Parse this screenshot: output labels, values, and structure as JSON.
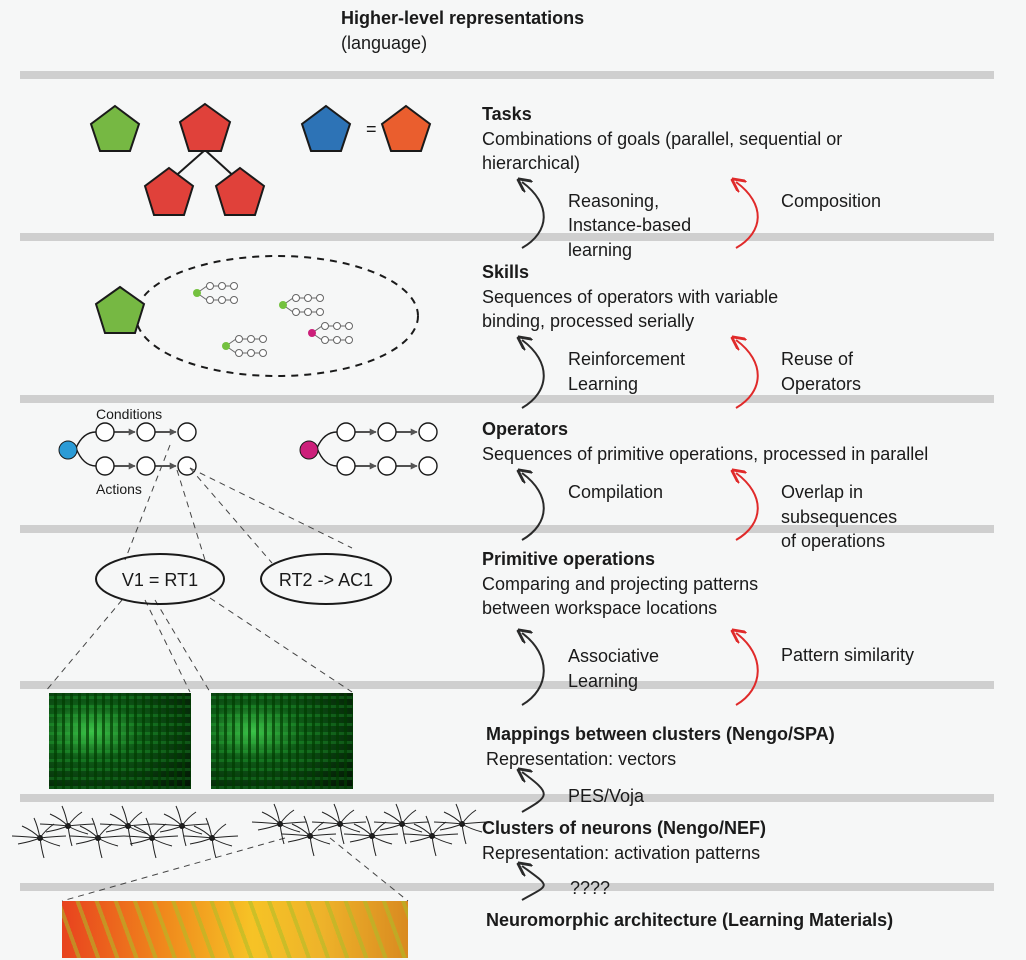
{
  "top": {
    "title": "Higher-level representations",
    "subtitle": "(language)"
  },
  "levels": {
    "tasks": {
      "title": "Tasks",
      "desc1": "Combinations of goals (parallel, sequential or",
      "desc2": "hierarchical)"
    },
    "skills": {
      "title": "Skills",
      "desc1": "Sequences of operators with variable",
      "desc2": "binding, processed serially"
    },
    "operators": {
      "title": "Operators",
      "desc1": "Sequences of primitive operations, processed in parallel"
    },
    "primitive": {
      "title": "Primitive operations",
      "desc1": "Comparing and projecting patterns",
      "desc2": "between workspace locations"
    },
    "mappings": {
      "title": "Mappings between clusters (Nengo/SPA)",
      "desc1": "Representation: vectors"
    },
    "clusters": {
      "title": "Clusters of neurons (Nengo/NEF)",
      "desc1": "Representation: activation patterns"
    },
    "neuromorphic": {
      "title": "Neuromorphic architecture (Learning Materials)"
    }
  },
  "transitions": {
    "t1_left": [
      "Reasoning,",
      "Instance-based",
      "learning"
    ],
    "t1_right": [
      "Composition"
    ],
    "t2_left": [
      "Reinforcement",
      "Learning"
    ],
    "t2_right": [
      "Reuse of",
      "Operators"
    ],
    "t3_left": [
      "Compilation"
    ],
    "t3_right": [
      "Overlap in",
      "subsequences",
      "of operations"
    ],
    "t4_left": [
      "Associative",
      "Learning"
    ],
    "t4_right": [
      "Pattern similarity"
    ],
    "t5_left": "PES/Voja",
    "t6_left": "????"
  },
  "diagram": {
    "equals": "=",
    "conditions": "Conditions",
    "actions": "Actions",
    "ellipse1": "V1 = RT1",
    "ellipse2": "RT2 -> AC1"
  },
  "colors": {
    "pentagon_green": "#76b843",
    "pentagon_red": "#e0413a",
    "pentagon_blue": "#2d73b6",
    "pentagon_orange": "#ea5e2e",
    "node_blue": "#2b9bd6",
    "node_magenta": "#cc1f7a",
    "node_green": "#74c13f",
    "arrow_dark": "#2a2a2a",
    "arrow_red": "#e02a2a",
    "band": "#cfcfcf"
  }
}
